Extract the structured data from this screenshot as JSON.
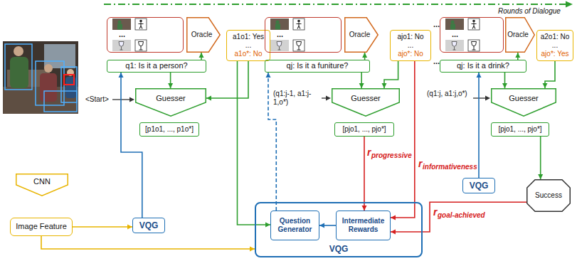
{
  "diagram": {
    "nodes": [
      {
        "text": [
          "CNN"
        ]
      },
      {
        "text": [
          "Image Feature"
        ]
      },
      {
        "text": [
          "..."
        ]
      },
      {
        "text": [
          "Oracle"
        ]
      },
      {
        "text": [
          "a1o1: Yes",
          "...",
          "a1o*: No"
        ]
      },
      {
        "text": [
          "q1: Is it a person?"
        ]
      },
      {
        "text": [
          "Guesser"
        ]
      },
      {
        "text": [
          "[p1o1, ..., p1o*]"
        ]
      },
      {
        "text": [
          "VQG"
        ]
      },
      {
        "text": [
          "..."
        ]
      },
      {
        "text": [
          "Oracle"
        ]
      },
      {
        "text": [
          "ajo1: No",
          "...",
          "ajo*: No"
        ]
      },
      {
        "text": [
          "qj: Is it a funiture?"
        ]
      },
      {
        "text": [
          "Guesser"
        ]
      },
      {
        "text": [
          "[pjo1, ..., pjo*]"
        ]
      },
      {
        "text": [
          "VQG"
        ]
      },
      {
        "text": [
          "Question Generator"
        ],
        "in": 15
      },
      {
        "text": [
          "Intermediate Rewards"
        ],
        "in": 15
      },
      {
        "text": [
          "..."
        ]
      },
      {
        "text": [
          "Oracle"
        ]
      },
      {
        "text": [
          "a2o1: No",
          "...",
          "ajo*: Yes"
        ]
      },
      {
        "text": [
          "qj: Is it a drink?"
        ]
      },
      {
        "text": [
          "Guesser"
        ]
      },
      {
        "text": [
          "[pjo1, ..., pjo*]"
        ]
      },
      {
        "text": [
          "VQG"
        ]
      },
      {
        "text": [
          "Success"
        ]
      }
    ],
    "edges": [
      {
        "from": 5,
        "to": 3,
        "arrow": "to"
      },
      {
        "from": 5,
        "to": 6,
        "arrow": "to"
      },
      {
        "from": 4,
        "to": 6,
        "arrow": "to"
      },
      {
        "from": 8,
        "to": 5,
        "arrow": "to"
      },
      {
        "from": 1,
        "to": 8,
        "arrow": "to"
      },
      {
        "from": 1,
        "to": 15,
        "arrow": "to"
      },
      {
        "from": 4,
        "to": 16,
        "arrow": "to"
      },
      {
        "from": 16,
        "to": 12,
        "arrow": "to"
      },
      {
        "from": 12,
        "to": 10,
        "arrow": "to"
      },
      {
        "from": 12,
        "to": 13,
        "arrow": "to"
      },
      {
        "from": 11,
        "to": 13,
        "arrow": "to"
      },
      {
        "from": 14,
        "to": 17,
        "arrow": "to"
      },
      {
        "from": 11,
        "to": 17,
        "arrow": "to"
      },
      {
        "from": 21,
        "to": 19,
        "arrow": "to"
      },
      {
        "from": 21,
        "to": 22,
        "arrow": "to"
      },
      {
        "from": 20,
        "to": 22,
        "arrow": "to"
      },
      {
        "from": 24,
        "to": 21,
        "arrow": "to"
      },
      {
        "from": 23,
        "to": 25,
        "arrow": "to"
      },
      {
        "from": 25,
        "to": 17,
        "arrow": "to"
      },
      {
        "from": 17,
        "to": 16,
        "arrow": "to"
      }
    ],
    "labels": [
      "Rounds of Dialogue",
      "<Start>",
      "(q1:j-1, a1:j-1,o*)",
      "...",
      "...",
      "(q1:j, a1:j,o*)",
      "r",
      "progressive",
      "r",
      "informativeness",
      "r",
      "goal-achieved"
    ]
  }
}
